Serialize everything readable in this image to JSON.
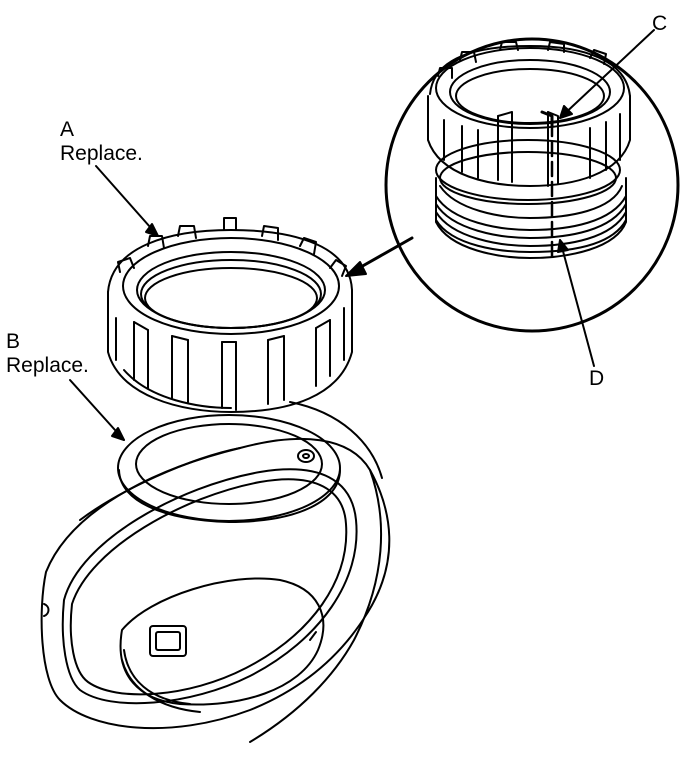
{
  "callouts": {
    "a": {
      "letter": "A",
      "note": "Replace."
    },
    "b": {
      "letter": "B",
      "note": "Replace."
    },
    "c": {
      "letter": "C"
    },
    "d": {
      "letter": "D"
    }
  }
}
